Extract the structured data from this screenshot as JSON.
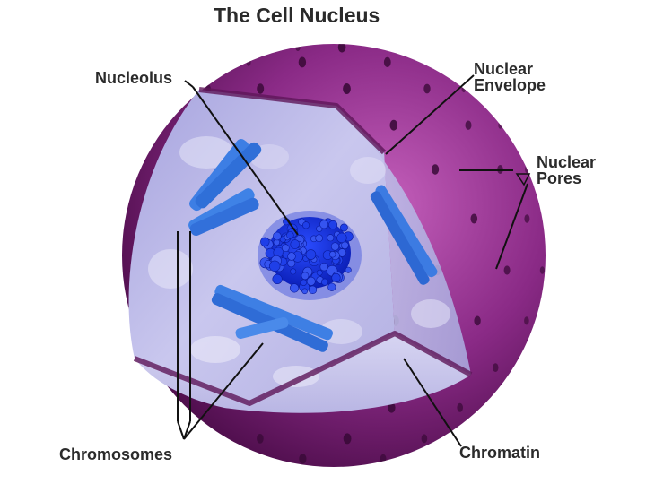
{
  "diagram": {
    "title": "The Cell Nucleus",
    "labels": {
      "nucleolus": "Nucleolus",
      "nuclear_envelope": [
        "Nuclear",
        "Envelope"
      ],
      "nuclear_pores": [
        "Nuclear",
        "Pores"
      ],
      "chromosomes": "Chromosomes",
      "chromatin": "Chromatin"
    }
  },
  "colors": {
    "envelope": "#8a2a86",
    "envelope_light": "#c05bb8",
    "envelope_dark": "#4f0f4c",
    "pore": "#3a0a38",
    "interior": "#b9b6e6",
    "nucleolus": "#1230d8",
    "chromosome": "#3f7de0",
    "leader": "#111111"
  }
}
